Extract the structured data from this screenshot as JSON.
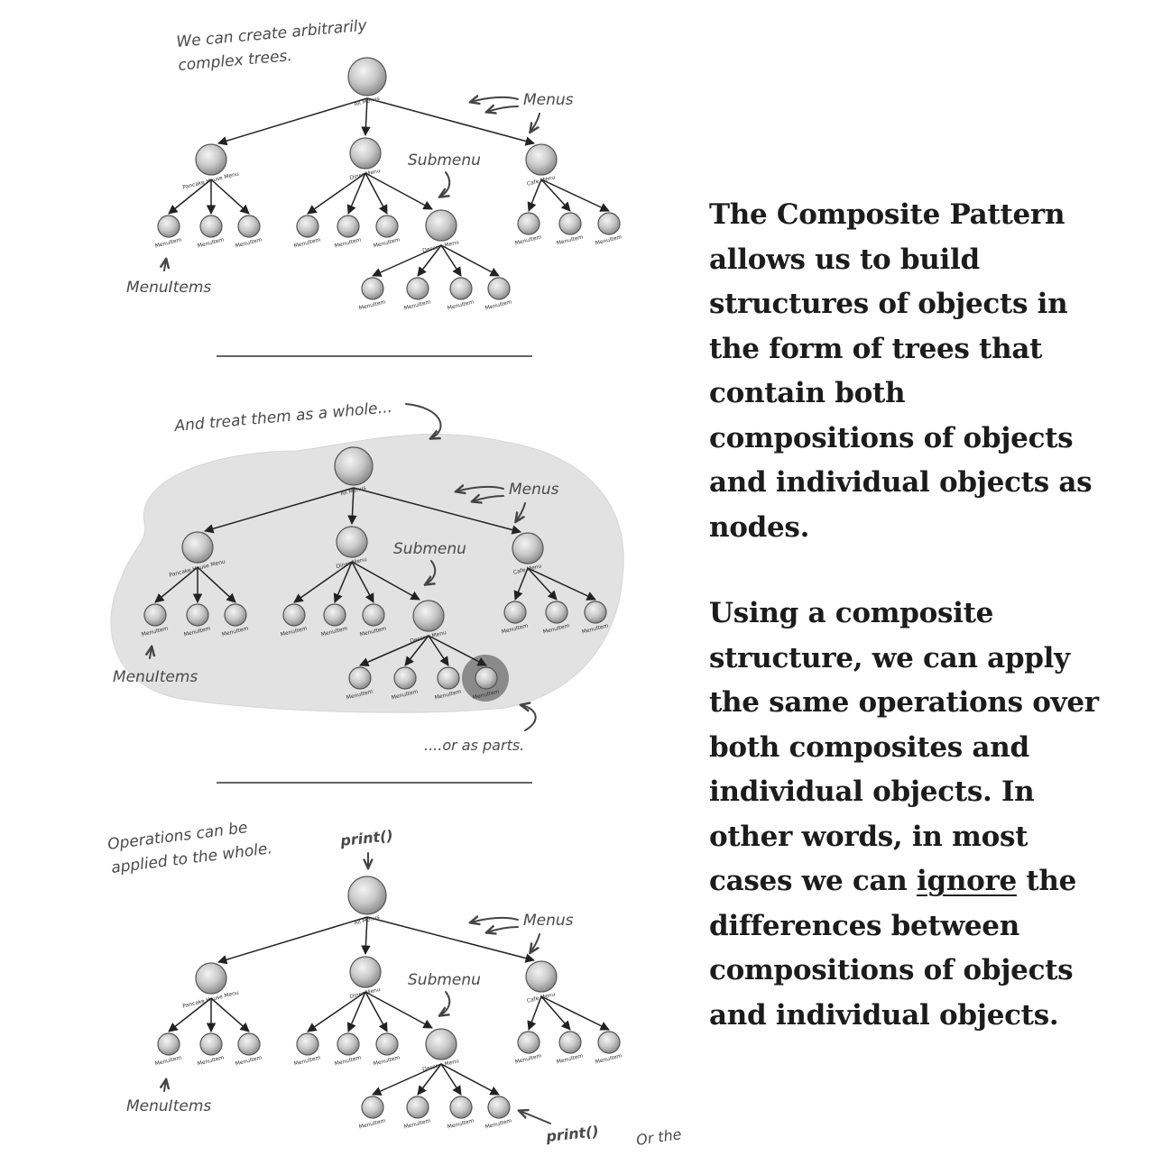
{
  "panels": [
    {
      "note": [
        "We can create arbitrarily",
        "complex trees."
      ],
      "menus_label": "Menus",
      "submenu_label": "Submenu",
      "menuitems_label": "MenuItems"
    },
    {
      "note": [
        "And treat them as a whole..."
      ],
      "menus_label": "Menus",
      "submenu_label": "Submenu",
      "menuitems_label": "MenuItems",
      "parts_note": "....or as parts."
    },
    {
      "note": [
        "Operations can be",
        "applied to the whole."
      ],
      "print_top": "print()",
      "menus_label": "Menus",
      "submenu_label": "Submenu",
      "menuitems_label": "MenuItems",
      "print_part": "print()",
      "parts_note": "Or the parts."
    }
  ],
  "node_labels": {
    "root": "All Menus",
    "pancake": "Pancake House Menu",
    "diner": "Diner Menu",
    "cafe": "Cafe Menu",
    "dessert": "Dessert Menu",
    "item": "MenuItem"
  },
  "description": {
    "para1": "The Composite Pattern allows us to build structures of objects in the form of trees that contain both compositions of objects and individual objects as nodes.",
    "para2_before": "Using a composite structure, we can apply the same operations over both composites and individual objects.  In other words, in most cases we can ",
    "para2_emph": "ignore",
    "para2_after": " the differences between compositions of objects and individual objects."
  },
  "colors": {
    "node_fill": "#cfcfcf",
    "highlight_blob": "#e2e2e2",
    "highlight_ring": "#8a8a8a",
    "text": "#1c1c1c"
  }
}
